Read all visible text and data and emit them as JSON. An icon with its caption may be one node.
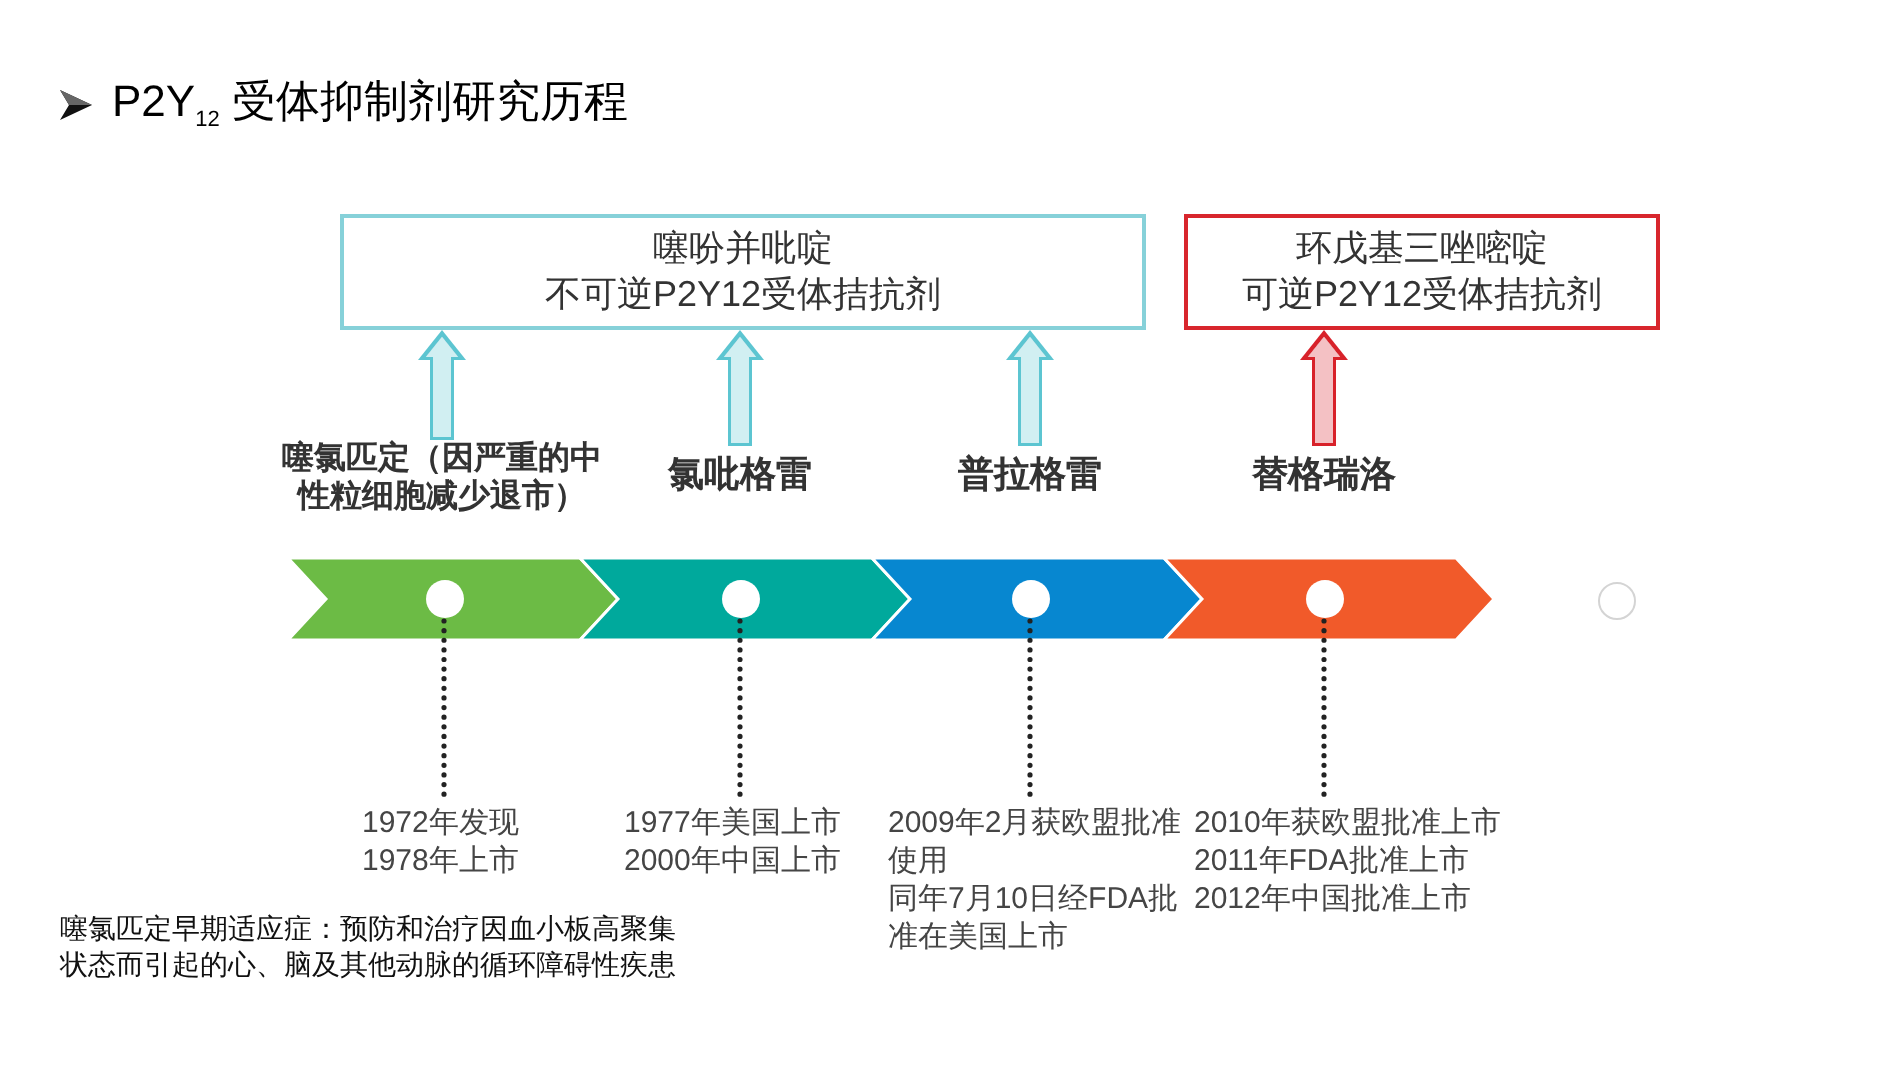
{
  "diagram": {
    "title": "P2Y$_{12}$ 受体抑制剂研究历程",
    "nodes": [
      {
        "text": [
          "噻吩并吡啶",
          "不可逆P2Y12受体拮抗剂"
        ]
      },
      {
        "text": [
          "环戊基三唑嘧啶",
          "可逆P2Y12受体拮抗剂"
        ]
      },
      {
        "text": [
          "噻氯匹定（因严重的中性粒细胞减少退市）"
        ]
      },
      {
        "text": [
          "氯吡格雷"
        ]
      },
      {
        "text": [
          "普拉格雷"
        ]
      },
      {
        "text": [
          "替格瑞洛"
        ]
      },
      {
        "text": [],
        "shape": "chevron"
      },
      {
        "text": [],
        "shape": "circle",
        "in": 6
      },
      {
        "text": [],
        "shape": "chevron"
      },
      {
        "text": [],
        "shape": "circle",
        "in": 8
      },
      {
        "text": [],
        "shape": "chevron"
      },
      {
        "text": [],
        "shape": "circle",
        "in": 10
      },
      {
        "text": [],
        "shape": "chevron"
      },
      {
        "text": [],
        "shape": "circle",
        "in": 12
      },
      {
        "text": [],
        "shape": "circle"
      },
      {
        "text": [
          "1972年发现",
          "1978年上市"
        ]
      },
      {
        "text": [
          "1977年美国上市",
          "2000年中国上市"
        ]
      },
      {
        "text": [
          "2009年2月获欧盟批准使用",
          "同年7月10日经FDA批准在美国上市"
        ]
      },
      {
        "text": [
          "2010年获欧盟批准上市",
          "2011年FDA批准上市",
          "2012年中国批准上市"
        ]
      }
    ],
    "edges": [
      {
        "from": 2,
        "to": 0,
        "arrow": "to",
        "style": "thick",
        "color": "#5cc5d1"
      },
      {
        "from": 3,
        "to": 0,
        "arrow": "to",
        "style": "thick",
        "color": "#5cc5d1"
      },
      {
        "from": 4,
        "to": 0,
        "arrow": "to",
        "style": "thick",
        "color": "#5cc5d1"
      },
      {
        "from": 5,
        "to": 1,
        "arrow": "to",
        "style": "thick",
        "color": "#d8232b"
      },
      {
        "from": 7,
        "to": 15,
        "arrow": "none",
        "style": "dashed"
      },
      {
        "from": 9,
        "to": 16,
        "arrow": "none",
        "style": "dashed"
      },
      {
        "from": 11,
        "to": 17,
        "arrow": "none",
        "style": "dashed"
      },
      {
        "from": 13,
        "to": 18,
        "arrow": "none",
        "style": "dashed"
      }
    ],
    "labels": [
      "噻氯匹定早期适应症：预防和治疗因血小板高聚集状态而引起的心、脑及其他动脉的循环障碍性疾患"
    ]
  }
}
